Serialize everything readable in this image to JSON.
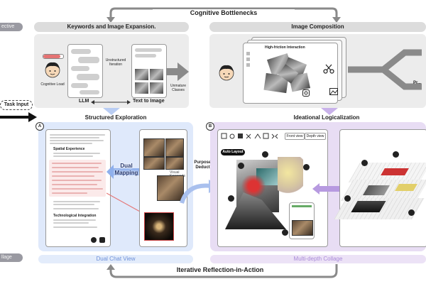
{
  "top_arrow_label": "Cognitive Bottlenecks",
  "bottom_arrow_label": "Iterative Reflection-in-Action",
  "side_tabs": {
    "top": "ective",
    "bottom": "llage"
  },
  "task_input": "Task Input",
  "left_top": {
    "header": "Keywords and Image Expansion.",
    "avatar_caption": "Cognitive Load",
    "llm_label": "LLM",
    "unstructured_label": "Unstructured Iteration",
    "text_to_image_label": "Text to Image",
    "ambiguous_label": "Unmature Classes"
  },
  "right_top": {
    "header": "Image Composition",
    "window_title": "High-friction Interaction",
    "cut_label": "Pr..."
  },
  "section_a": {
    "title": "Structured Exploration",
    "badge": "A",
    "dual_mapping": "Dual\nMapping",
    "deduction": "Purpose-ful\nDeduction",
    "view_label": "Dual Chat View",
    "doc_heading1": "Spatial Experience",
    "doc_heading2": "Technological Integration",
    "note_label": "Visual Keywords"
  },
  "section_b": {
    "title": "Ideational Logicalization",
    "badge": "B",
    "auto_layout": "Auto Layout",
    "front_view": "Front view",
    "depth_view": "Depth view",
    "view_label": "Multi-depth Collage"
  },
  "colors": {
    "blue_panel": "#dfe9fb",
    "purple_panel": "#e8ddf4",
    "blue_arrow": "#8fb0ec",
    "purple_arrow": "#b79ae0",
    "gray_arrow": "#8a8a8a",
    "accent_red": "#c0392b"
  }
}
